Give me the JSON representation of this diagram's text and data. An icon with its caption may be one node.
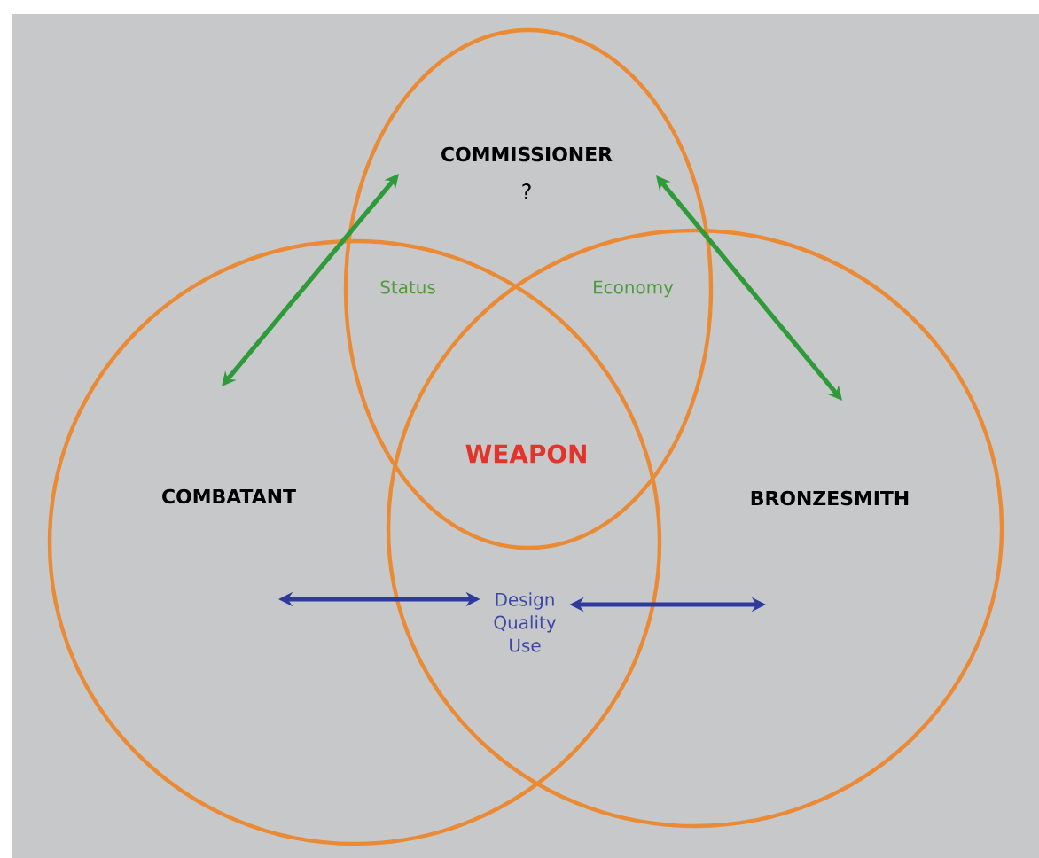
{
  "diagram": {
    "nodes": [
      {
        "text": [
          "COMMISSIONER",
          "?"
        ]
      },
      {
        "text": [
          "COMBATANT"
        ]
      },
      {
        "text": [
          "BRONZESMITH"
        ]
      },
      {
        "text": [
          "Design Quality Use"
        ]
      }
    ],
    "edges": [
      {
        "from": 1,
        "to": 0,
        "arrow": "both",
        "color": "#2e9a3a"
      },
      {
        "from": 0,
        "to": 2,
        "arrow": "both",
        "color": "#2e9a3a"
      },
      {
        "from": 1,
        "to": 3,
        "arrow": "both",
        "color": "#2f3a9e"
      },
      {
        "from": 3,
        "to": 2,
        "arrow": "both",
        "color": "#2f3a9e"
      }
    ],
    "labels": [
      "Status",
      "Economy",
      "WEAPON"
    ]
  }
}
